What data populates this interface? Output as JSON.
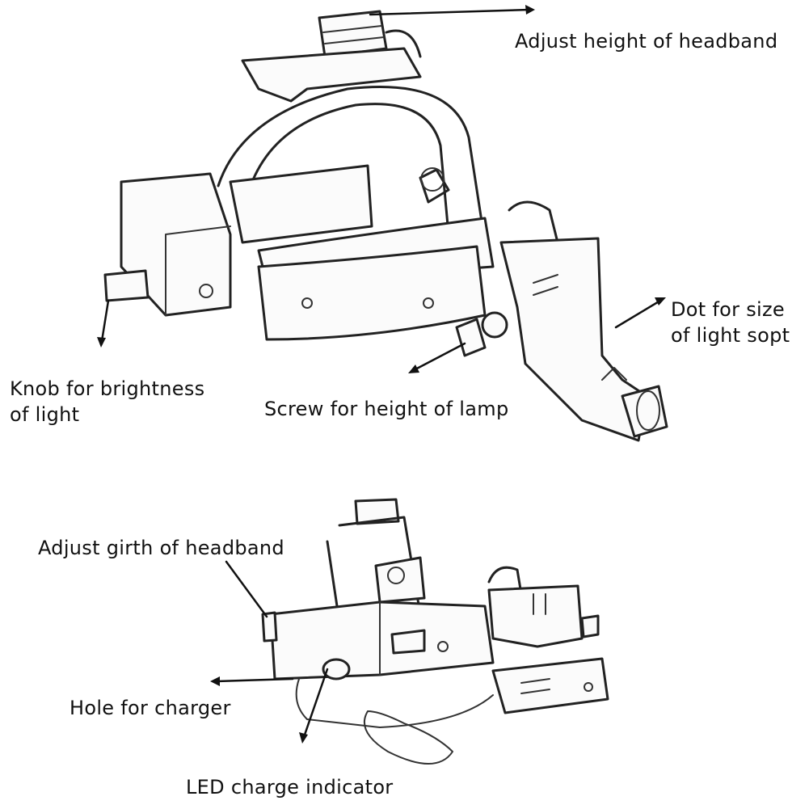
{
  "labels": {
    "adjust_height": "Adjust height of headband",
    "dot_size_line1": "Dot for size",
    "dot_size_line2": "of light sopt",
    "knob_line1": "Knob for brightness",
    "knob_line2": "of light",
    "screw_height": "Screw for height of lamp",
    "adjust_girth": "Adjust girth of headband",
    "hole_charger": "Hole for charger",
    "led_indicator": "LED charge indicator"
  }
}
